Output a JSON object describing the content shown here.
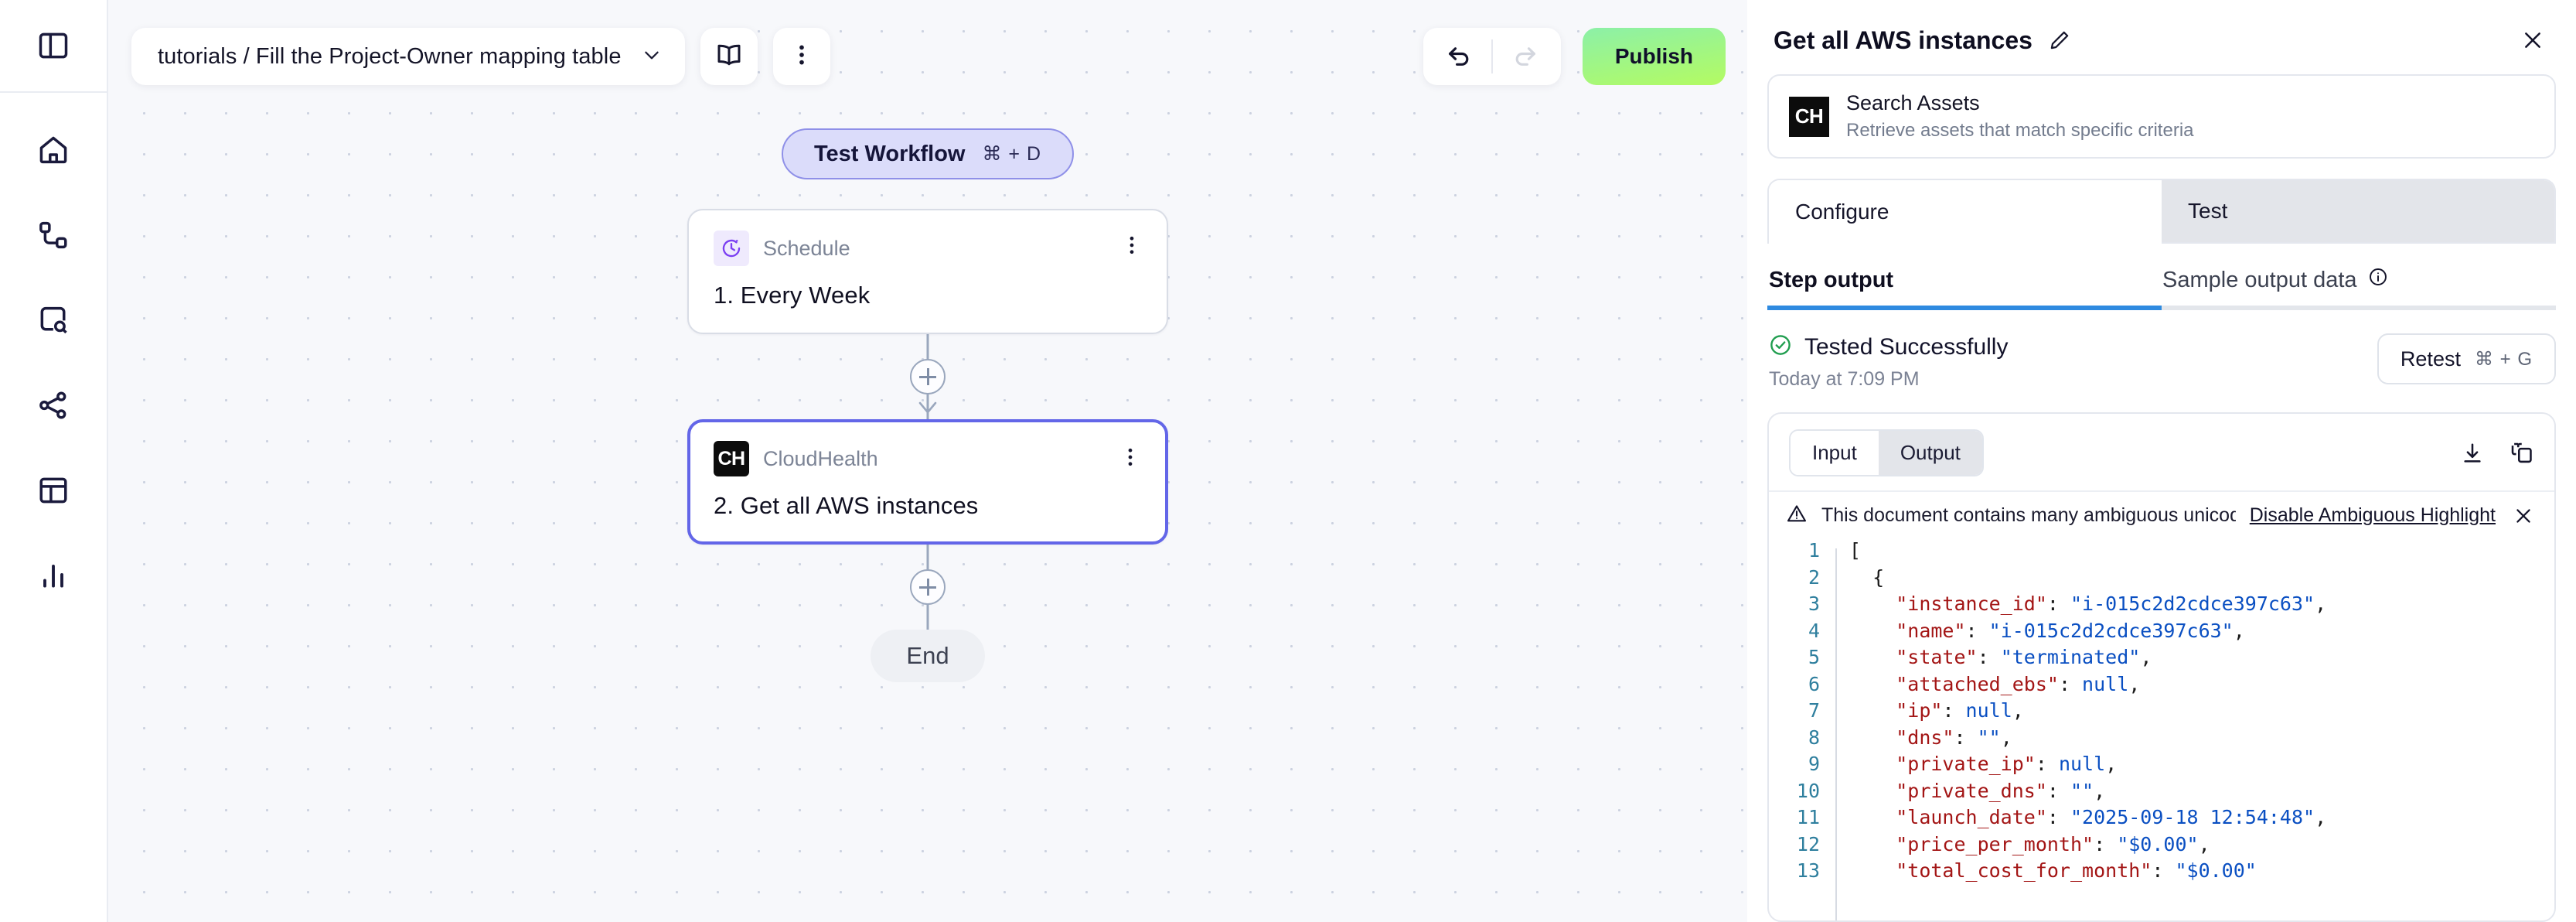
{
  "rail": {
    "toggle": {
      "icon": "panel-toggle-icon",
      "label": "Toggle sidebar"
    },
    "items": [
      {
        "icon": "home-icon",
        "label": "Home"
      },
      {
        "icon": "workflows-icon",
        "label": "Workflows"
      },
      {
        "icon": "search-assets-icon",
        "label": "Search Assets"
      },
      {
        "icon": "share-icon",
        "label": "Integrations"
      },
      {
        "icon": "table-icon",
        "label": "Tables"
      },
      {
        "icon": "analytics-icon",
        "label": "Analytics"
      }
    ]
  },
  "topbar": {
    "breadcrumb": "tutorials / Fill the Project-Owner mapping table",
    "breadcrumb_chevron": "chevron-down-icon",
    "docs_icon": "book-icon",
    "more_icon": "kebab-menu-icon",
    "undo_icon": "undo-icon",
    "redo_icon": "redo-icon",
    "publish_label": "Publish",
    "publish_color": "#a8f878"
  },
  "canvas": {
    "test_workflow": {
      "label": "Test Workflow",
      "shortcut": "⌘ + D",
      "bg": "#dbdcfa",
      "border": "#8f90e8"
    },
    "nodes": [
      {
        "type": "Schedule",
        "title": "1. Every Week",
        "badge": "schedule-clock-icon",
        "selected": false
      },
      {
        "type": "CloudHealth",
        "title": "2. Get all AWS instances",
        "badge": "CH",
        "selected": true
      }
    ],
    "add_step_icon": "plus-circle-icon",
    "end_label": "End"
  },
  "panel": {
    "title": "Get all AWS instances",
    "edit_icon": "pencil-icon",
    "close_icon": "close-icon",
    "action_card": {
      "logo": "CH",
      "name": "Search Assets",
      "description": "Retrieve assets that match specific criteria"
    },
    "tabs": [
      {
        "label": "Configure",
        "active": true
      },
      {
        "label": "Test",
        "active": false
      }
    ],
    "subtabs": [
      {
        "label": "Step output",
        "active": true,
        "info_icon": null
      },
      {
        "label": "Sample output data",
        "active": false,
        "info_icon": "info-icon"
      }
    ],
    "accent_color": "#2e8ae0",
    "status": {
      "icon": "check-circle-icon",
      "icon_color": "#1f9d4e",
      "text": "Tested Successfully",
      "timestamp": "Today at 7:09 PM",
      "retest_label": "Retest",
      "retest_shortcut": "⌘ + G"
    },
    "code": {
      "segments": [
        {
          "label": "Input",
          "active": false
        },
        {
          "label": "Output",
          "active": true
        }
      ],
      "download_icon": "download-icon",
      "copy_icon": "copy-icon",
      "warning": {
        "icon": "warning-triangle-icon",
        "text": "This document contains many ambiguous unicode characters",
        "link": "Disable Ambiguous Highlight",
        "close_icon": "close-icon"
      },
      "lines": [
        {
          "n": 1,
          "tokens": [
            [
              "p",
              "["
            ]
          ]
        },
        {
          "n": 2,
          "tokens": [
            [
              "p",
              "  {"
            ]
          ]
        },
        {
          "n": 3,
          "tokens": [
            [
              "p",
              "    "
            ],
            [
              "k",
              "\"instance_id\""
            ],
            [
              "p",
              ": "
            ],
            [
              "s",
              "\"i-015c2d2cdce397c63\""
            ],
            [
              "p",
              ","
            ]
          ]
        },
        {
          "n": 4,
          "tokens": [
            [
              "p",
              "    "
            ],
            [
              "k",
              "\"name\""
            ],
            [
              "p",
              ": "
            ],
            [
              "s",
              "\"i-015c2d2cdce397c63\""
            ],
            [
              "p",
              ","
            ]
          ]
        },
        {
          "n": 5,
          "tokens": [
            [
              "p",
              "    "
            ],
            [
              "k",
              "\"state\""
            ],
            [
              "p",
              ": "
            ],
            [
              "s",
              "\"terminated\""
            ],
            [
              "p",
              ","
            ]
          ]
        },
        {
          "n": 6,
          "tokens": [
            [
              "p",
              "    "
            ],
            [
              "k",
              "\"attached_ebs\""
            ],
            [
              "p",
              ": "
            ],
            [
              "n",
              "null"
            ],
            [
              "p",
              ","
            ]
          ]
        },
        {
          "n": 7,
          "tokens": [
            [
              "p",
              "    "
            ],
            [
              "k",
              "\"ip\""
            ],
            [
              "p",
              ": "
            ],
            [
              "n",
              "null"
            ],
            [
              "p",
              ","
            ]
          ]
        },
        {
          "n": 8,
          "tokens": [
            [
              "p",
              "    "
            ],
            [
              "k",
              "\"dns\""
            ],
            [
              "p",
              ": "
            ],
            [
              "s",
              "\"\""
            ],
            [
              "p",
              ","
            ]
          ]
        },
        {
          "n": 9,
          "tokens": [
            [
              "p",
              "    "
            ],
            [
              "k",
              "\"private_ip\""
            ],
            [
              "p",
              ": "
            ],
            [
              "n",
              "null"
            ],
            [
              "p",
              ","
            ]
          ]
        },
        {
          "n": 10,
          "tokens": [
            [
              "p",
              "    "
            ],
            [
              "k",
              "\"private_dns\""
            ],
            [
              "p",
              ": "
            ],
            [
              "s",
              "\"\""
            ],
            [
              "p",
              ","
            ]
          ]
        },
        {
          "n": 11,
          "tokens": [
            [
              "p",
              "    "
            ],
            [
              "k",
              "\"launch_date\""
            ],
            [
              "p",
              ": "
            ],
            [
              "s",
              "\"2025-09-18 12:54:48\""
            ],
            [
              "p",
              ","
            ]
          ]
        },
        {
          "n": 12,
          "tokens": [
            [
              "p",
              "    "
            ],
            [
              "k",
              "\"price_per_month\""
            ],
            [
              "p",
              ": "
            ],
            [
              "s",
              "\"$0.00\""
            ],
            [
              "p",
              ","
            ]
          ]
        },
        {
          "n": 13,
          "tokens": [
            [
              "p",
              "    "
            ],
            [
              "k",
              "\"total_cost_for_month\""
            ],
            [
              "p",
              ": "
            ],
            [
              "s",
              "\"$0.00\""
            ]
          ]
        }
      ]
    }
  }
}
